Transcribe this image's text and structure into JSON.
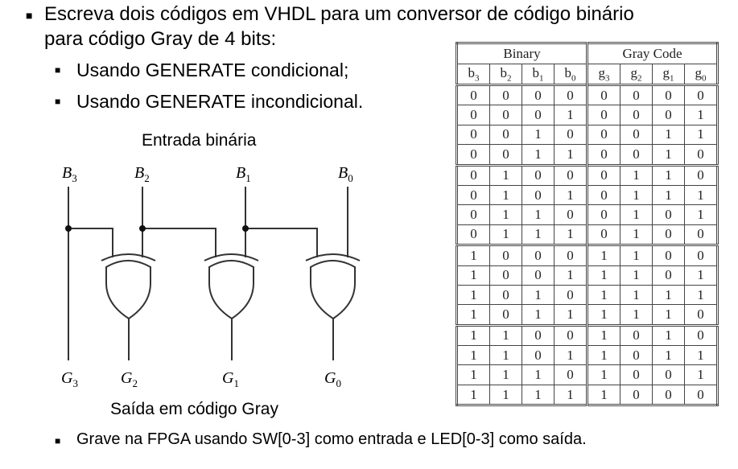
{
  "bullets": {
    "main_line1": "Escreva dois códigos em VHDL para um conversor de código binário",
    "main_line2": "para código Gray de 4 bits:",
    "sub1": "Usando GENERATE condicional;",
    "sub2": "Usando GENERATE incondicional.",
    "last": "Grave na FPGA usando SW[0-3] como entrada e LED[0-3] como saída."
  },
  "circuit": {
    "input_caption": "Entrada binária",
    "output_caption": "Saída em código Gray",
    "inputs": [
      {
        "l": "B",
        "s": "3"
      },
      {
        "l": "B",
        "s": "2"
      },
      {
        "l": "B",
        "s": "1"
      },
      {
        "l": "B",
        "s": "0"
      }
    ],
    "outputs": [
      {
        "l": "G",
        "s": "3"
      },
      {
        "l": "G",
        "s": "2"
      },
      {
        "l": "G",
        "s": "1"
      },
      {
        "l": "G",
        "s": "0"
      }
    ]
  },
  "table": {
    "group_headers": [
      "Binary",
      "Gray Code"
    ],
    "columns": [
      {
        "l": "b",
        "s": "3"
      },
      {
        "l": "b",
        "s": "2"
      },
      {
        "l": "b",
        "s": "1"
      },
      {
        "l": "b",
        "s": "0"
      },
      {
        "l": "g",
        "s": "3"
      },
      {
        "l": "g",
        "s": "2"
      },
      {
        "l": "g",
        "s": "1"
      },
      {
        "l": "g",
        "s": "0"
      }
    ],
    "rows": [
      [
        "0",
        "0",
        "0",
        "0",
        "0",
        "0",
        "0",
        "0"
      ],
      [
        "0",
        "0",
        "0",
        "1",
        "0",
        "0",
        "0",
        "1"
      ],
      [
        "0",
        "0",
        "1",
        "0",
        "0",
        "0",
        "1",
        "1"
      ],
      [
        "0",
        "0",
        "1",
        "1",
        "0",
        "0",
        "1",
        "0"
      ],
      [
        "0",
        "1",
        "0",
        "0",
        "0",
        "1",
        "1",
        "0"
      ],
      [
        "0",
        "1",
        "0",
        "1",
        "0",
        "1",
        "1",
        "1"
      ],
      [
        "0",
        "1",
        "1",
        "0",
        "0",
        "1",
        "0",
        "1"
      ],
      [
        "0",
        "1",
        "1",
        "1",
        "0",
        "1",
        "0",
        "0"
      ],
      [
        "1",
        "0",
        "0",
        "0",
        "1",
        "1",
        "0",
        "0"
      ],
      [
        "1",
        "0",
        "0",
        "1",
        "1",
        "1",
        "0",
        "1"
      ],
      [
        "1",
        "0",
        "1",
        "0",
        "1",
        "1",
        "1",
        "1"
      ],
      [
        "1",
        "0",
        "1",
        "1",
        "1",
        "1",
        "1",
        "0"
      ],
      [
        "1",
        "1",
        "0",
        "0",
        "1",
        "0",
        "1",
        "0"
      ],
      [
        "1",
        "1",
        "0",
        "1",
        "1",
        "0",
        "1",
        "1"
      ],
      [
        "1",
        "1",
        "1",
        "0",
        "1",
        "0",
        "0",
        "1"
      ],
      [
        "1",
        "1",
        "1",
        "1",
        "1",
        "0",
        "0",
        "0"
      ]
    ]
  }
}
